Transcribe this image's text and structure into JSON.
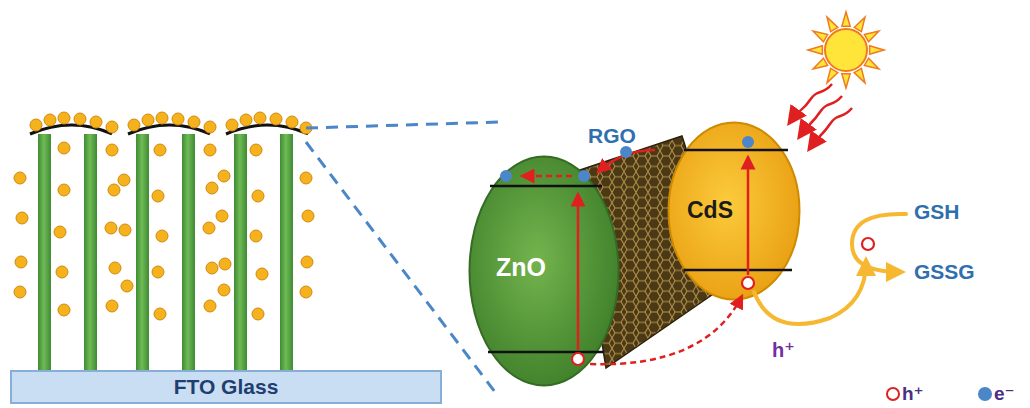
{
  "diagram": {
    "nodes": [
      {
        "text": [
          "FTO Glass"
        ]
      },
      {
        "text": [
          "ZnO"
        ]
      },
      {
        "text": [
          "CdS"
        ]
      }
    ],
    "labels": [
      "RGO",
      "GSH",
      "GSSG",
      "h⁺"
    ],
    "legend": [
      {
        "text": "h⁺"
      },
      {
        "text": "e⁻",
        "color": "#4a86c8"
      }
    ]
  }
}
